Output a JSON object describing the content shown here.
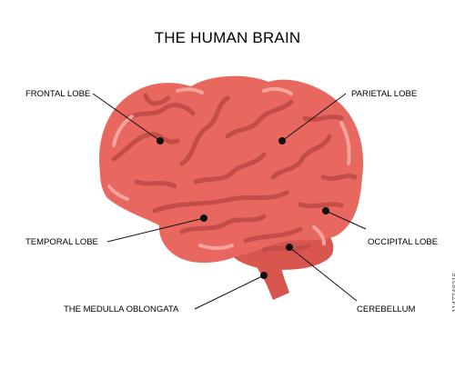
{
  "title": "THE HUMAN BRAIN",
  "labels": {
    "frontal": "FRONTAL LOBE",
    "parietal": "PARIETAL LOBE",
    "temporal": "TEMPORAL LOBE",
    "occipital": "OCCIPITAL LOBE",
    "medulla": "THE MEDULLA OBLONGATA",
    "cerebellum": "CEREBELLUM"
  },
  "stock_id": "1147748216",
  "colors": {
    "brain": "#e8675f",
    "brain_dark": "#c44d47",
    "highlight": "#f7a49d",
    "line": "#111111"
  }
}
